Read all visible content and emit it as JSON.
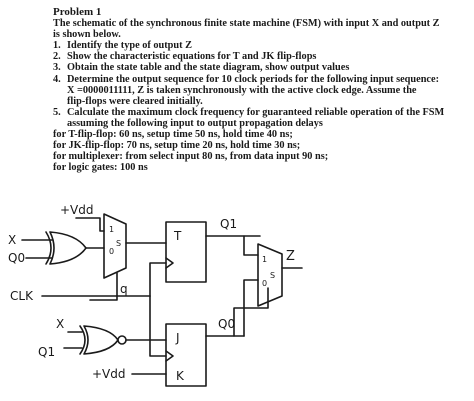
{
  "problem": {
    "title": "Problem 1",
    "intro_1": "The schematic of the synchronous finite state machine (FSM) with input X and output Z",
    "intro_2": "is shown below.",
    "items": [
      {
        "num": "1.",
        "lines": [
          "Identify the type of output Z"
        ]
      },
      {
        "num": "2.",
        "lines": [
          "Show the characteristic equations for T and JK flip-flops"
        ]
      },
      {
        "num": "3.",
        "lines": [
          "Obtain the state table and the state diagram, show output values"
        ]
      },
      {
        "num": "4.",
        "lines": [
          "Determine the output sequence for 10 clock periods for the following input sequence:",
          "X =0000011111, Z is taken synchronously with the active clock edge. Assume the",
          "flip-flops were cleared initially."
        ]
      },
      {
        "num": "5.",
        "lines": [
          "Calculate the maximum clock frequency for guaranteed reliable operation of the FSM",
          "assuming the following input to output propagation delays"
        ]
      }
    ],
    "specs": [
      "for T-flip-flop: 60 ns, setup time 50 ns, hold time 40 ns;",
      "for JK-flip-flop: 70 ns, setup time 20 ns, hold time 30 ns;",
      "for multiplexer: from select input 80 ns, from data input 90 ns;",
      "for logic gates: 100 ns"
    ]
  },
  "schematic": {
    "vdd_top": "+Vdd",
    "vdd_bottom": "+Vdd",
    "x_top": "X",
    "q0_in": "Q0",
    "clk": "CLK",
    "x_bottom": "X",
    "q1_in": "Q1",
    "mux1_inputs": [
      "1",
      "0",
      "S"
    ],
    "mux2_inputs": [
      "1",
      "0",
      "S"
    ],
    "t_ff_label": "T",
    "j_label": "J",
    "k_label": "K",
    "q1_out": "Q1",
    "q0_out": "Q0",
    "z_out": "Z",
    "q_mid": "q"
  }
}
